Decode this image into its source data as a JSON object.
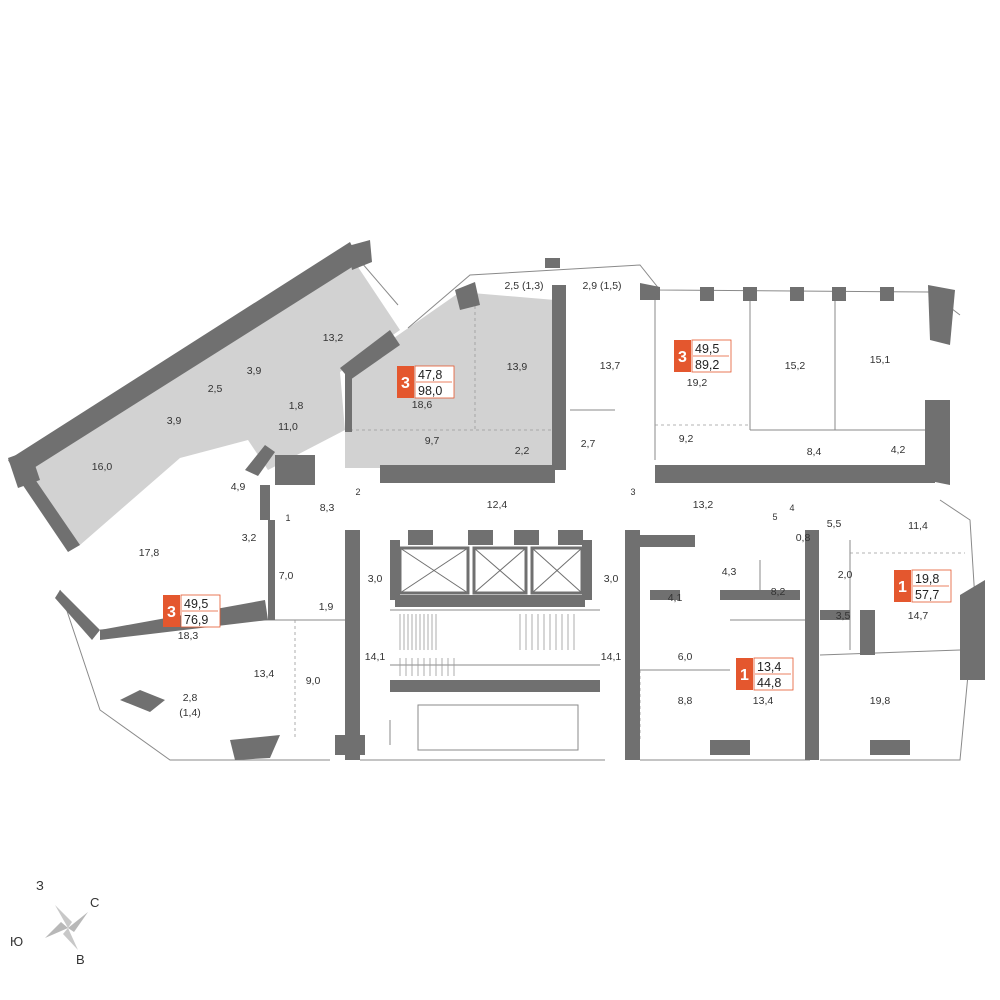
{
  "colors": {
    "accent": "#e4572e",
    "wall": "#707070",
    "shade": "#d2d2d2"
  },
  "units": [
    {
      "id": "unit-3-west",
      "rooms": "3",
      "living_area": "49,5",
      "total_area": "76,9"
    },
    {
      "id": "unit-3-center",
      "rooms": "3",
      "living_area": "47,8",
      "total_area": "98,0"
    },
    {
      "id": "unit-3-north",
      "rooms": "3",
      "living_area": "49,5",
      "total_area": "89,2"
    },
    {
      "id": "unit-1-center",
      "rooms": "1",
      "living_area": "13,4",
      "total_area": "44,8"
    },
    {
      "id": "unit-1-east",
      "rooms": "1",
      "living_area": "19,8",
      "total_area": "57,7"
    }
  ],
  "rooms": [
    {
      "label": "13,2"
    },
    {
      "label": "3,9"
    },
    {
      "label": "2,5"
    },
    {
      "label": "1,8"
    },
    {
      "label": "3,9"
    },
    {
      "label": "11,0"
    },
    {
      "label": "16,0"
    },
    {
      "label": "4,9"
    },
    {
      "label": "8,3"
    },
    {
      "label": "3,2"
    },
    {
      "label": "17,8"
    },
    {
      "label": "7,0"
    },
    {
      "label": "3,0"
    },
    {
      "label": "1,9"
    },
    {
      "label": "18,3"
    },
    {
      "label": "13,4"
    },
    {
      "label": "9,0"
    },
    {
      "label": "14,1"
    },
    {
      "label": "2,8"
    },
    {
      "label": "(1,4)"
    },
    {
      "label": "2,5 (1,3)"
    },
    {
      "label": "13,9"
    },
    {
      "label": "18,6"
    },
    {
      "label": "9,7"
    },
    {
      "label": "2,2"
    },
    {
      "label": "12,4"
    },
    {
      "label": "2,9 (1,5)"
    },
    {
      "label": "13,7"
    },
    {
      "label": "19,2"
    },
    {
      "label": "2,7"
    },
    {
      "label": "9,2"
    },
    {
      "label": "15,2"
    },
    {
      "label": "15,1"
    },
    {
      "label": "8,4"
    },
    {
      "label": "4,2"
    },
    {
      "label": "13,2"
    },
    {
      "label": "3,0"
    },
    {
      "label": "14,1"
    },
    {
      "label": "4,3"
    },
    {
      "label": "4,1"
    },
    {
      "label": "8,2"
    },
    {
      "label": "6,0"
    },
    {
      "label": "8,8"
    },
    {
      "label": "13,4"
    },
    {
      "label": "0,8"
    },
    {
      "label": "5,5"
    },
    {
      "label": "11,4"
    },
    {
      "label": "2,0"
    },
    {
      "label": "3,5"
    },
    {
      "label": "14,7"
    },
    {
      "label": "19,8"
    }
  ],
  "corridor_markers": [
    "1",
    "2",
    "3",
    "4",
    "5"
  ],
  "compass": {
    "north": "З",
    "east": "С",
    "south": "В",
    "west": "Ю"
  }
}
